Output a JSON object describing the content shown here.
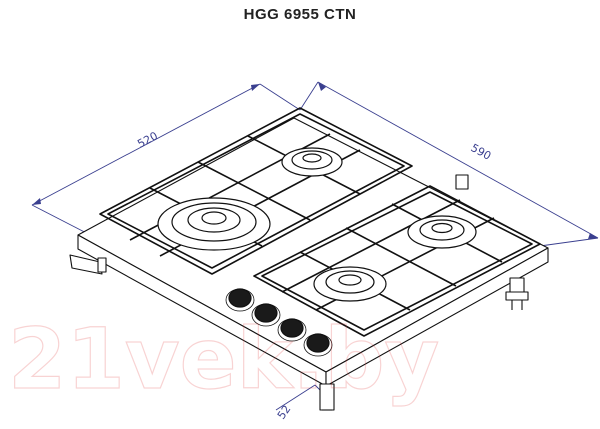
{
  "title": "HGG 6955 CTN",
  "dimensions": {
    "width": "520",
    "depth": "590",
    "height": "52"
  },
  "watermark": "21vek.by",
  "colors": {
    "line": "#111111",
    "dimension": "#3a3f8f",
    "watermark": "#e23a3a"
  }
}
